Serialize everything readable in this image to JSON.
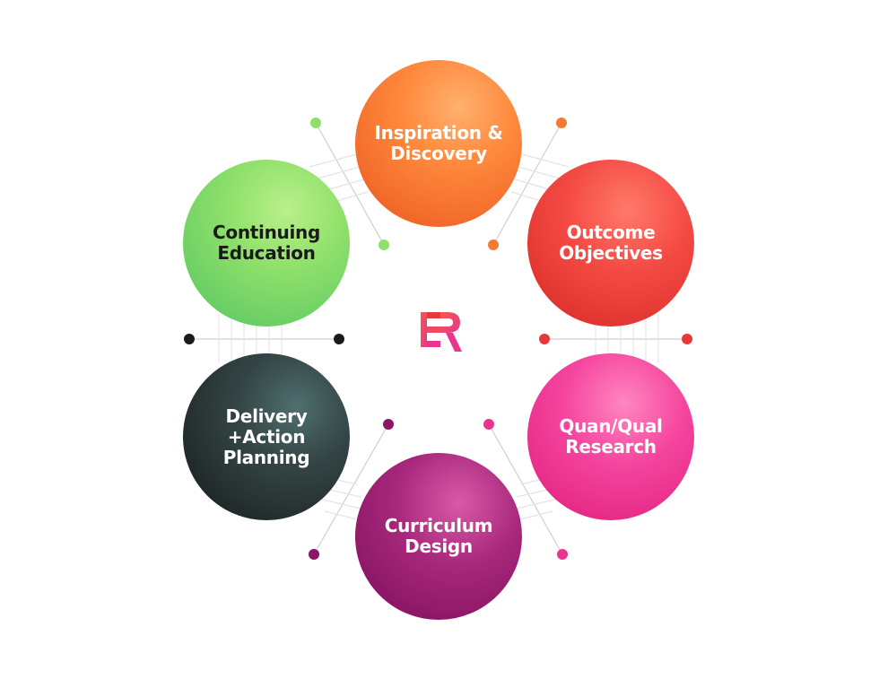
{
  "diagram": {
    "center_logo": "ER",
    "nodes": [
      {
        "id": "inspiration",
        "label": "Inspiration &\nDiscovery",
        "color": "#f47a33"
      },
      {
        "id": "outcome",
        "label": "Outcome\nObjectives",
        "color": "#e8383a"
      },
      {
        "id": "research",
        "label": "Quan/Qual\nResearch",
        "color": "#ea3590"
      },
      {
        "id": "curriculum",
        "label": "Curriculum\nDesign",
        "color": "#951d6e"
      },
      {
        "id": "delivery",
        "label": "Delivery\n+Action\nPlanning",
        "color": "#2a3334"
      },
      {
        "id": "continuing",
        "label": "Continuing\nEducation",
        "color": "#7fd866"
      }
    ],
    "colors": {
      "connector_line": "#c8c8cc",
      "dot_green": "#8fe06a",
      "dot_orange": "#f47a33",
      "dot_red": "#e8383a",
      "dot_pink": "#ea3590",
      "dot_purple": "#8a1664",
      "dot_dark": "#1a1a1a",
      "logo_red": "#e8383a",
      "logo_pink": "#ea3590"
    }
  }
}
